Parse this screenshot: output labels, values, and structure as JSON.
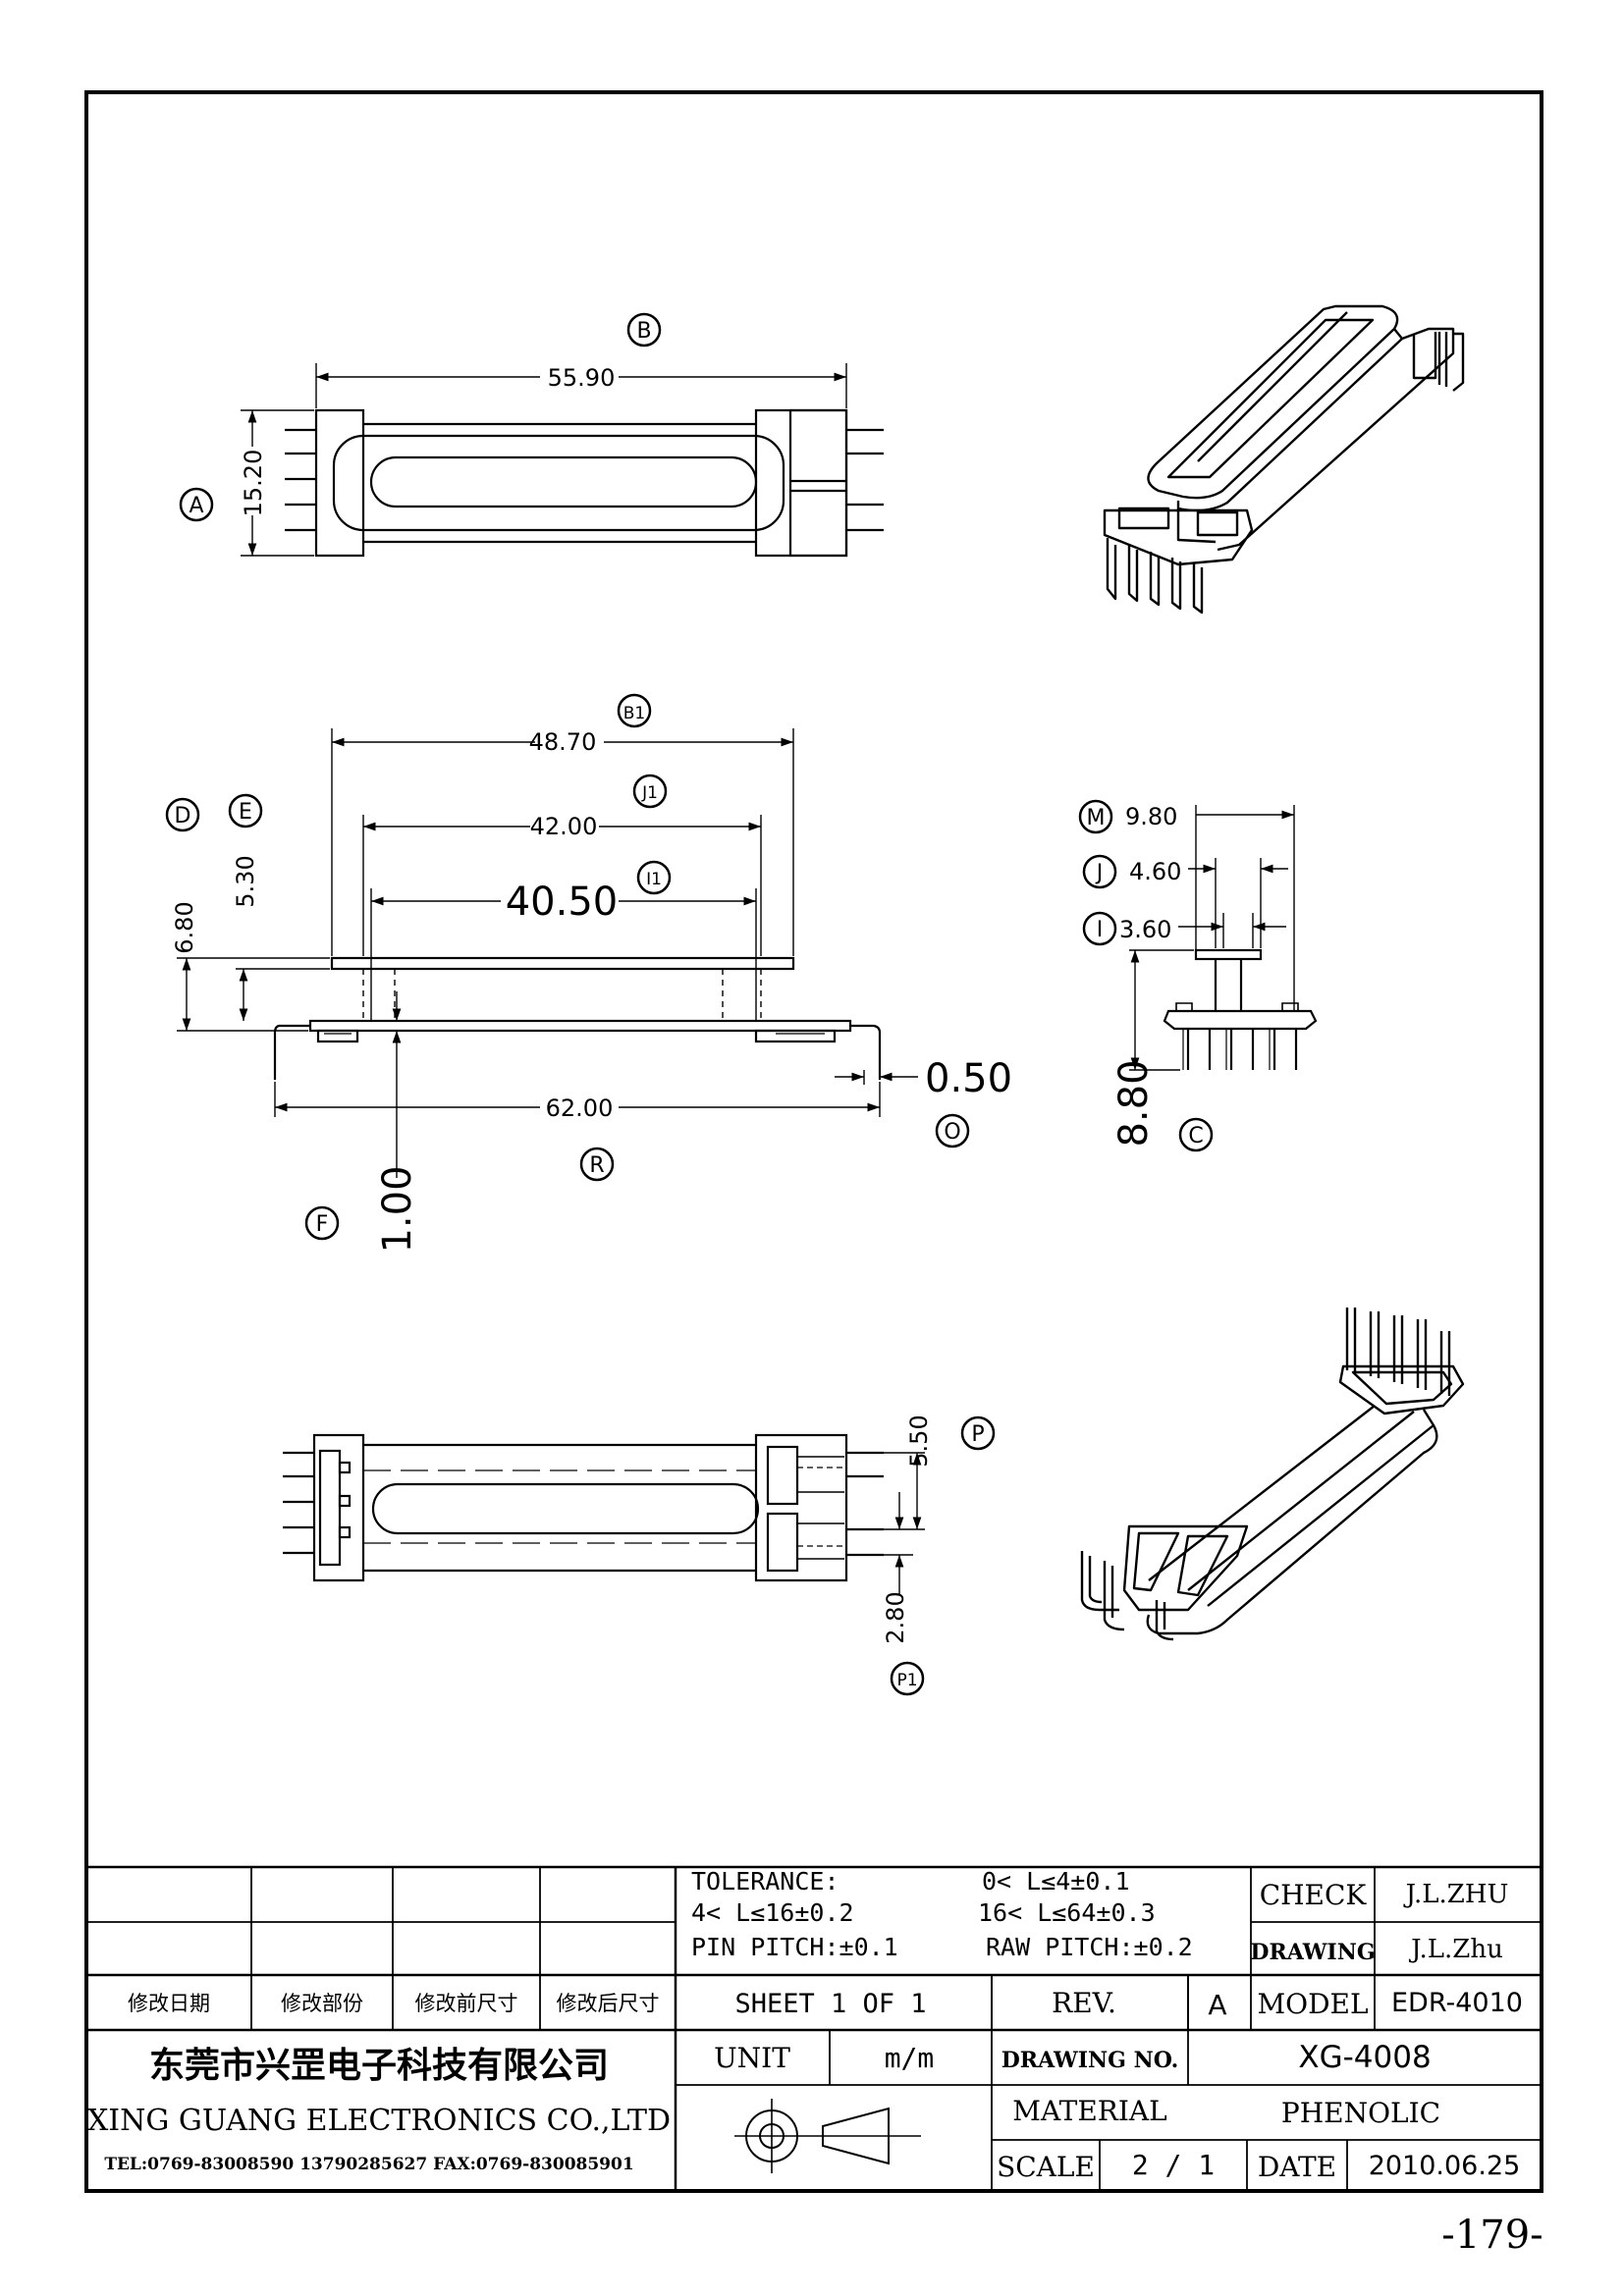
{
  "views": {
    "top": {
      "balloon_a": "A",
      "balloon_b": "B",
      "dim_width": "55.90",
      "dim_height": "15.20"
    },
    "front": {
      "balloon_b1": "B1",
      "balloon_j1": "J1",
      "balloon_i1": "I1",
      "balloon_d": "D",
      "balloon_e": "E",
      "balloon_f": "F",
      "balloon_o": "O",
      "balloon_r": "R",
      "dim_b1": "48.70",
      "dim_j1": "42.00",
      "dim_i1": "40.50",
      "dim_d": "6.80",
      "dim_e": "5.30",
      "dim_r": "62.00",
      "dim_o": "0.50",
      "dim_f": "1.00"
    },
    "side": {
      "balloon_m": "M",
      "balloon_j": "J",
      "balloon_i": "I",
      "balloon_c": "C",
      "dim_m": "9.80",
      "dim_j": "4.60",
      "dim_i": "3.60",
      "dim_c": "8.80"
    },
    "bottom": {
      "balloon_p": "P",
      "balloon_p1": "P1",
      "dim_p": "5.50",
      "dim_p1": "2.80"
    }
  },
  "title_block": {
    "tolerance_label": "TOLERANCE:",
    "tol_1": "0< L≤4±0.1",
    "tol_2": "4< L≤16±0.2",
    "tol_3": "16< L≤64±0.3",
    "pin_pitch": "PIN PITCH:±0.1",
    "raw_pitch": "RAW PITCH:±0.2",
    "check_label": "CHECK",
    "check_value": "J.L.ZHU",
    "drawing_label": "DRAWING",
    "drawing_value": "J.L.Zhu",
    "model_label": "MODEL",
    "model_value": "EDR-4010",
    "rev_headers": [
      "修改日期",
      "修改部份",
      "修改前尺寸",
      "修改后尺寸"
    ],
    "sheet": "SHEET 1 OF 1",
    "rev_label": "REV.",
    "rev_value": "A",
    "unit_label": "UNIT",
    "unit_value": "m/m",
    "drawing_no_label": "DRAWING NO.",
    "drawing_no_value": "XG-4008",
    "material_label": "MATERIAL",
    "material_value": "PHENOLIC",
    "scale_label": "SCALE",
    "scale_value": "2 / 1",
    "date_label": "DATE",
    "date_value": "2010.06.25",
    "company_cn": "东莞市兴罡电子科技有限公司",
    "company_en": "XING GUANG ELECTRONICS CO.,LTD",
    "company_tel": "TEL:0769-83008590 13790285627 FAX:0769-830085901"
  },
  "page_number": "-179-"
}
